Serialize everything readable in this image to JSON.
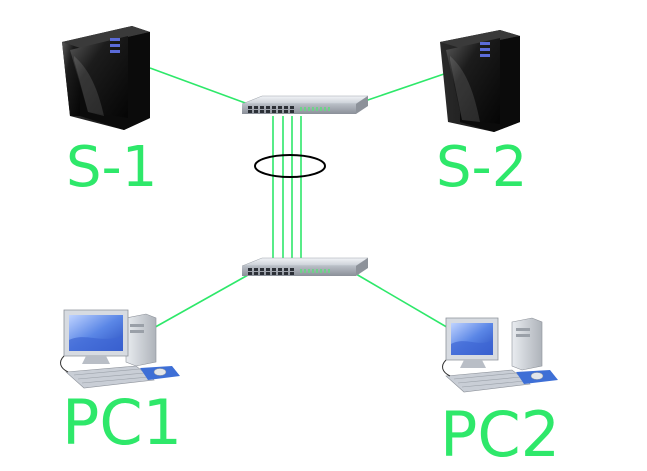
{
  "labels": {
    "server_1": "S-1",
    "server_2": "S-2",
    "pc_1": "PC1",
    "pc_2": "PC2"
  },
  "colors": {
    "link": "#2ee86a",
    "label": "#2ee86a",
    "bundle_ring": "#000000",
    "server_body": "#1a1a1a",
    "switch_body": "#d9dde3"
  },
  "icons": {
    "server": "tower-server-icon",
    "switch": "network-switch-icon",
    "pc": "desktop-computer-icon"
  },
  "links": {
    "inter_switch_parallel_count": 4,
    "bundle": "link-aggregation-ring"
  }
}
